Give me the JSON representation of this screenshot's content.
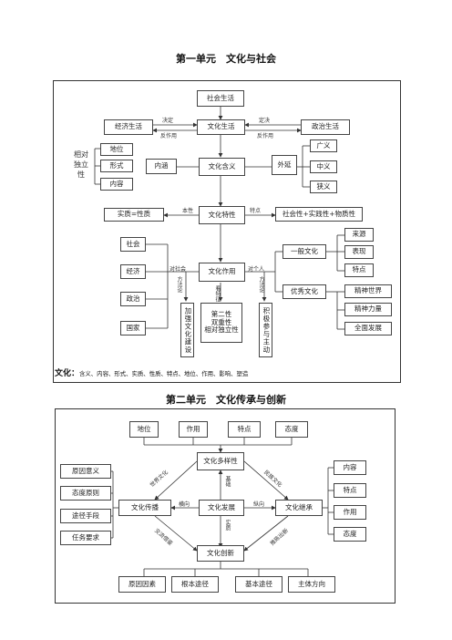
{
  "unit1": {
    "title": "第一单元　文化与社会",
    "social_life": "社会生活",
    "economic_life": "经济生活",
    "cultural_life": "文化生活",
    "political_life": "政治生活",
    "decide": "决定",
    "react1": "反作用",
    "decide2": "定决",
    "react2": "反作用",
    "relative_independence": "相对独立性",
    "status": "地位",
    "form": "形式",
    "content": "内容",
    "connotation": "内涵",
    "culture_meaning": "文化含义",
    "extension": "外延",
    "broad": "广义",
    "middle": "中义",
    "narrow": "狭义",
    "essence_label": "本性",
    "feature_label": "特点",
    "essence_box": "实质=性质",
    "culture_feature": "文化特性",
    "sociality_box": "社会性+实践性+物质性",
    "society": "社会",
    "economy": "经济",
    "politics": "政治",
    "state": "国家",
    "on_society": "对社会",
    "on_person": "对个人",
    "culture_role": "文化作用",
    "general_culture": "一般文化",
    "source": "来源",
    "performance": "表现",
    "trait": "特点",
    "excellent_culture": "优秀文化",
    "spiritual_world": "精神世界",
    "spiritual_power": "精神力量",
    "all_round": "全面发展",
    "method1": "方法论",
    "method2": "方法论",
    "show_feature": "看特征",
    "strengthen": "加强文化建设",
    "duality": "第二性\n双重性\n相对独立性",
    "active_participation": "积极参与主动",
    "footer_head": "文化：",
    "footer_rest": "含义、内容、形式、实质、性质、特点、地位、作用、影响、塑造"
  },
  "unit2": {
    "title": "第二单元　文化传承与创新",
    "status": "地位",
    "role": "作用",
    "feature": "特点",
    "attitude": "态度",
    "diversity": "文化多样性",
    "reason_meaning": "原因意义",
    "attitude_principle": "态度原则",
    "channels": "途径手段",
    "mission": "任务要求",
    "spread": "文化传播",
    "develop": "文化发展",
    "inherit": "文化继承",
    "content": "内容",
    "feature2": "特点",
    "role2": "作用",
    "attitude2": "态度",
    "innovation": "文化创新",
    "reason_factor": "原因因素",
    "basic_way": "根本途径",
    "basic_path": "基本途径",
    "subject_direction": "主体方向",
    "label_world": "世界文化",
    "label_national": "民族文化",
    "label_base": "基础",
    "label_horizontal": "横向",
    "label_vertical": "纵向",
    "label_essence": "实质",
    "label_exchange": "交流借鉴",
    "label_inherit_new": "推陈出新"
  }
}
